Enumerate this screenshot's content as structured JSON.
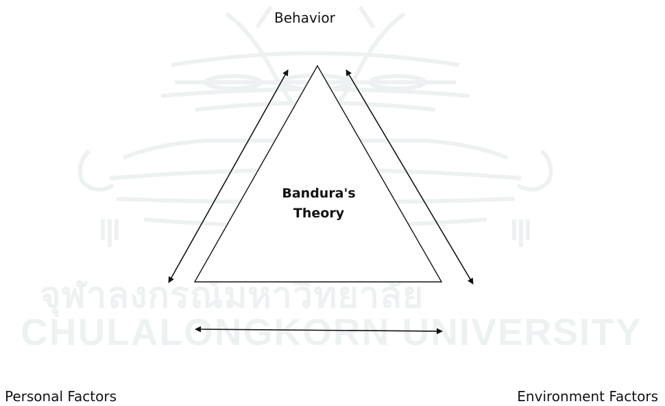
{
  "diagram": {
    "nodes": {
      "top": "Behavior",
      "bottom_left": "Personal Factors",
      "bottom_right": "Environment Factors"
    },
    "center": {
      "line1": "Bandura's",
      "line2": "Theory"
    },
    "connections": [
      {
        "from": "Personal Factors",
        "to": "Behavior",
        "direction": "bidirectional"
      },
      {
        "from": "Behavior",
        "to": "Environment Factors",
        "direction": "bidirectional"
      },
      {
        "from": "Personal Factors",
        "to": "Environment Factors",
        "direction": "bidirectional"
      }
    ]
  },
  "watermark": {
    "thai_text": "จุฬาลงกรณ์มหาวิทยาลัย",
    "latin_text": "CHULALONGKORN UNIVERSITY",
    "emblem": "university-crest-watermark"
  },
  "colors": {
    "line": "#111111",
    "watermark": "#eef1f2",
    "background": "#ffffff"
  }
}
